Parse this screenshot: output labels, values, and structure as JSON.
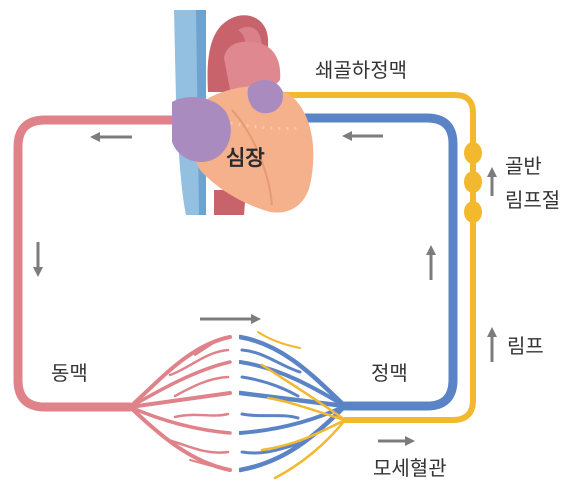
{
  "labels": {
    "heart": "심장",
    "subclavian_vein": "쇄골하정맥",
    "lymph_node_line1": "골반",
    "lymph_node_line2": "림프절",
    "lymph": "림프",
    "artery": "동맥",
    "vein": "정맥",
    "capillary": "모세혈관"
  },
  "colors": {
    "artery": "#e0828a",
    "vein": "#5b84c6",
    "lymph": "#f2b82e",
    "arrow": "#7c7c7c",
    "heart_body": "#f4b18c",
    "heart_atrium": "#a98bc0",
    "vena_cava": "#93bfe0",
    "aorta": "#c9636b"
  },
  "icons": {
    "arrow": "arrow-icon",
    "lymph_node": "lymph-node-icon"
  }
}
